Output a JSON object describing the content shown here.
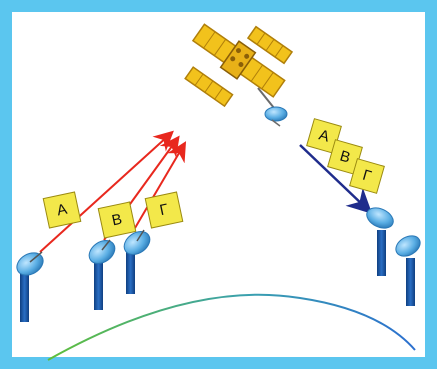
{
  "diagram": {
    "left_labels": [
      "Α",
      "Β",
      "Γ"
    ],
    "right_labels": [
      "Α",
      "Β",
      "Γ"
    ],
    "colors": {
      "frame": "#5bc6ef",
      "label_box": "#f3e84a",
      "uplink": "#e8281e",
      "downlink": "#1f2c8c",
      "satellite_body": "#f2c21c",
      "dish": "#4aa0d6",
      "mast": "#1c58a8",
      "earth_curve_start": "#5fbf3a",
      "earth_curve_end": "#2b6fcf"
    },
    "icons": [
      "satellite-icon",
      "dish-antenna-icon"
    ]
  }
}
